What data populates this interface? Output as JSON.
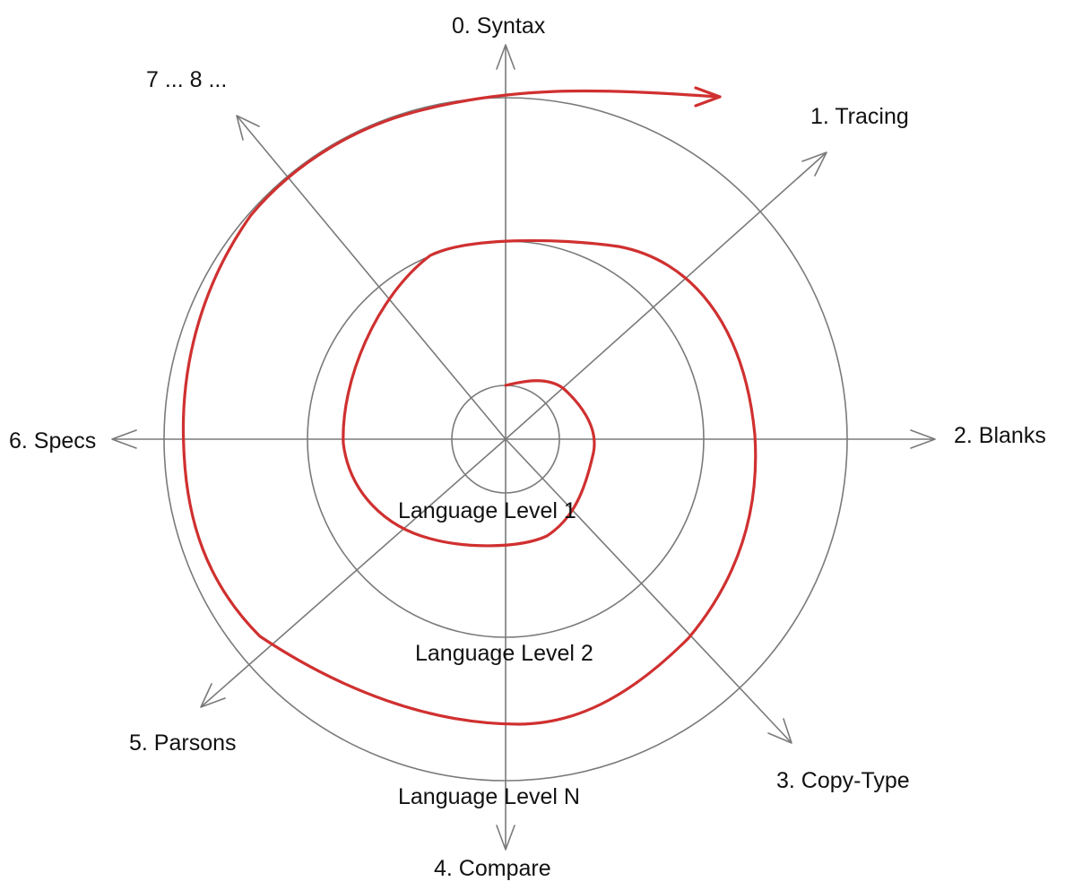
{
  "axes": [
    {
      "key": "syntax",
      "label": "0. Syntax"
    },
    {
      "key": "tracing",
      "label": "1. Tracing"
    },
    {
      "key": "blanks",
      "label": "2. Blanks"
    },
    {
      "key": "copy_type",
      "label": "3. Copy-Type"
    },
    {
      "key": "compare",
      "label": "4. Compare"
    },
    {
      "key": "parsons",
      "label": "5. Parsons"
    },
    {
      "key": "specs",
      "label": "6. Specs"
    },
    {
      "key": "more",
      "label": "7 ... 8 ..."
    }
  ],
  "levels": [
    {
      "key": "level_1",
      "label": "Language Level 1"
    },
    {
      "key": "level_2",
      "label": "Language Level 2"
    },
    {
      "key": "level_n",
      "label": "Language Level N"
    }
  ],
  "colors": {
    "axis": "#7a7a7a",
    "ring": "#7a7a7a",
    "spiral": "#d03030",
    "text": "#111111"
  }
}
